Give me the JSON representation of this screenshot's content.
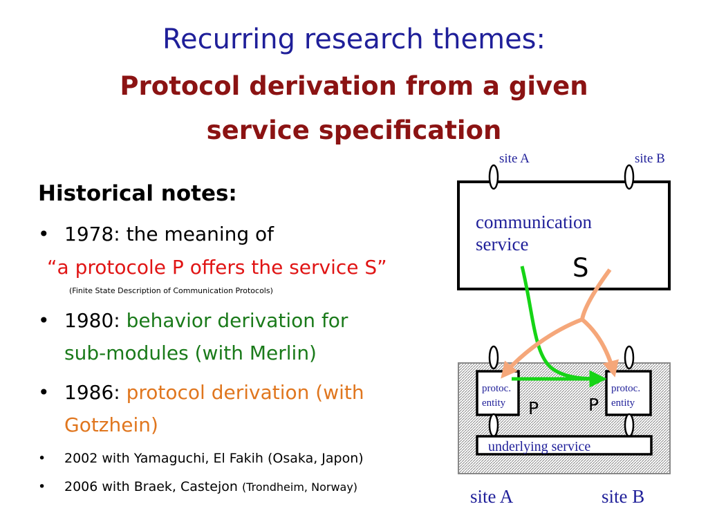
{
  "title": {
    "line1": "Recurring research themes:",
    "line2": "Protocol derivation from a given",
    "line3": "service specification"
  },
  "heading": "Historical notes:",
  "bullets": {
    "b1_prefix": "1978: the meaning of",
    "b1_quote": "“a protocole P offers the service S”",
    "b1_note": "(Finite State Description of Communication Protocols)",
    "b2_prefix": "1980: ",
    "b2_highlight_1": "behavior derivation for",
    "b2_highlight_2": "sub-modules (with Merlin)",
    "b3_prefix": "1986: ",
    "b3_highlight_1": "protocol derivation (with",
    "b3_highlight_2": "Gotzhein)",
    "b4_text": "2002 with Yamaguchi, El Fakih (Osaka, Japon)",
    "b5_text": "2006 with Braek, Castejon ",
    "b5_small": "(Trondheim, Norway)"
  },
  "diagram": {
    "top_site_a": "site A",
    "top_site_b": "site B",
    "service_line1": "communication",
    "service_line2": "service",
    "service_symbol": "S",
    "entity_line1": "protoc.",
    "entity_line2": "entity",
    "protocol_symbol": "P",
    "underlying": "underlying service",
    "bottom_site_a": "site A",
    "bottom_site_b": "site B",
    "colors": {
      "navy": "#1f1f99",
      "green_arrow": "#16d416",
      "orange_arrow": "#f5a77a"
    }
  }
}
